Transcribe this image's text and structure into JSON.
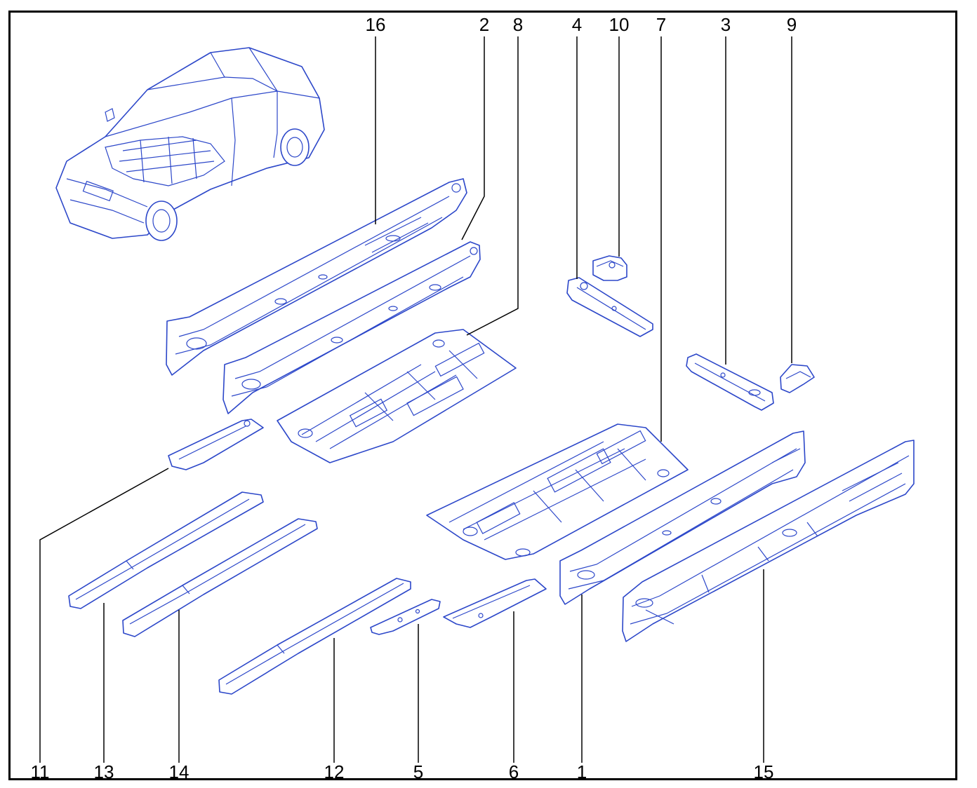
{
  "diagram": {
    "colors": {
      "line_art": "#2c47c9",
      "labels": "#000000",
      "frame": "#000000",
      "background": "#ffffff"
    },
    "callouts": {
      "c16": "16",
      "c2": "2",
      "c8": "8",
      "c4": "4",
      "c10": "10",
      "c7": "7",
      "c3": "3",
      "c9": "9",
      "c11": "11",
      "c13": "13",
      "c14": "14",
      "c12": "12",
      "c5": "5",
      "c6": "6",
      "c1": "1",
      "c15": "15"
    }
  }
}
